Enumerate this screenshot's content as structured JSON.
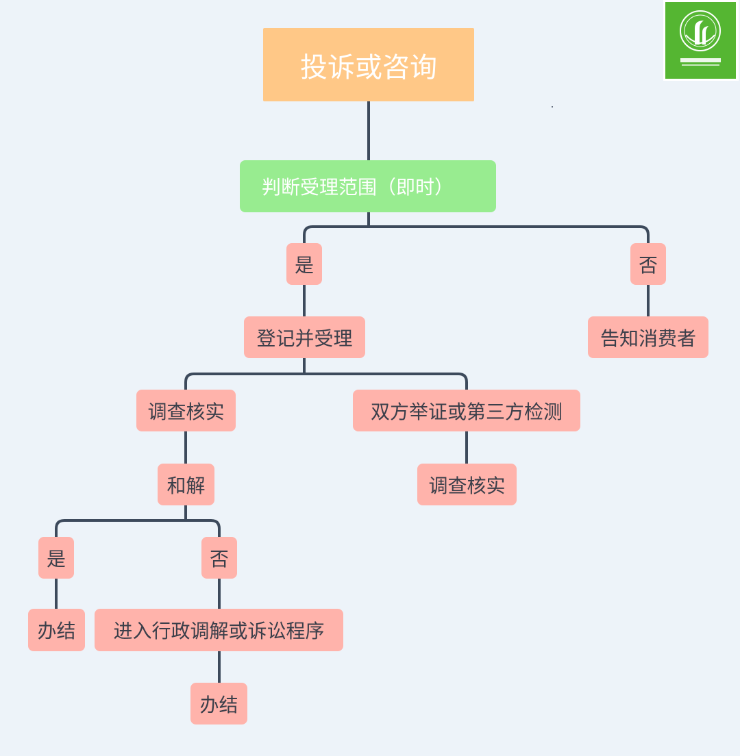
{
  "nodes": {
    "root": "投诉或咨询",
    "judge": "判断受理范围（即时）",
    "yes_1": "是",
    "no_1": "否",
    "register": "登记并受理",
    "notify": "告知消费者",
    "investigate_1": "调查核实",
    "evidence": "双方举证或第三方检测",
    "investigate_2": "调查核实",
    "reconcile": "和解",
    "yes_2": "是",
    "no_2": "否",
    "done_1": "办结",
    "litigation": "进入行政调解或诉讼程序",
    "done_2": "办结"
  },
  "logo": {
    "name": "association-logo",
    "icon": "leaf-emblem-icon"
  },
  "colors": {
    "background": "#edf3f9",
    "root_fill": "#ffc887",
    "judge_fill": "#98ec90",
    "node_fill": "#ffb3ab",
    "connector": "#3d4a5c",
    "text": "#3b3f4a",
    "logo_green": "#55b632"
  }
}
